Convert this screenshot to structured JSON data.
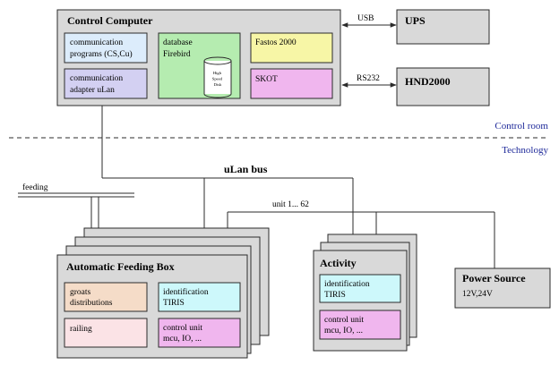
{
  "colors": {
    "frame": "#d9d9d9",
    "comm_blue": "#dcecfb",
    "adapter_lilac": "#d3d0f2",
    "database_green": "#b5ecb0",
    "fastos_yellow": "#f7f6a6",
    "skot_pink": "#f0b6ee",
    "tiris_cyan": "#cdf8fb",
    "groats_peach": "#f5dcc8",
    "railing_pink": "#fbe3e6",
    "control_pink": "#f0b6ee",
    "zone_text": "#1f2a9a"
  },
  "control_computer": {
    "title": "Control Computer",
    "communication_programs": [
      "communication",
      "programs (CS,Cu)"
    ],
    "communication_adapter": [
      "communication",
      "adapter uLan"
    ],
    "database": [
      "database",
      "Firebird"
    ],
    "disk": [
      "High",
      "Speed",
      "Disk"
    ],
    "fastos": "Fastos 2000",
    "skot": "SKOT"
  },
  "peripherals": {
    "ups": "UPS",
    "hnd": "HND2000",
    "usb_label": "USB",
    "rs232_label": "RS232"
  },
  "zones": {
    "control_room": "Control room",
    "technology": "Technology"
  },
  "bus": {
    "label": "uLan bus",
    "feeding": "feeding",
    "unit_range": "unit 1... 62"
  },
  "feeding_box": {
    "title": "Automatic Feeding Box",
    "groats": [
      "groats",
      "distributions"
    ],
    "identification": [
      "identification",
      "TIRIS"
    ],
    "railing": "railing",
    "control_unit": [
      "control unit",
      "mcu, IO, ..."
    ]
  },
  "activity": {
    "title": "Activity",
    "identification": [
      "identification",
      "TIRIS"
    ],
    "control_unit": [
      "control unit",
      "mcu, IO, ..."
    ]
  },
  "power_source": {
    "title": "Power Source",
    "voltage": "12V,24V"
  }
}
